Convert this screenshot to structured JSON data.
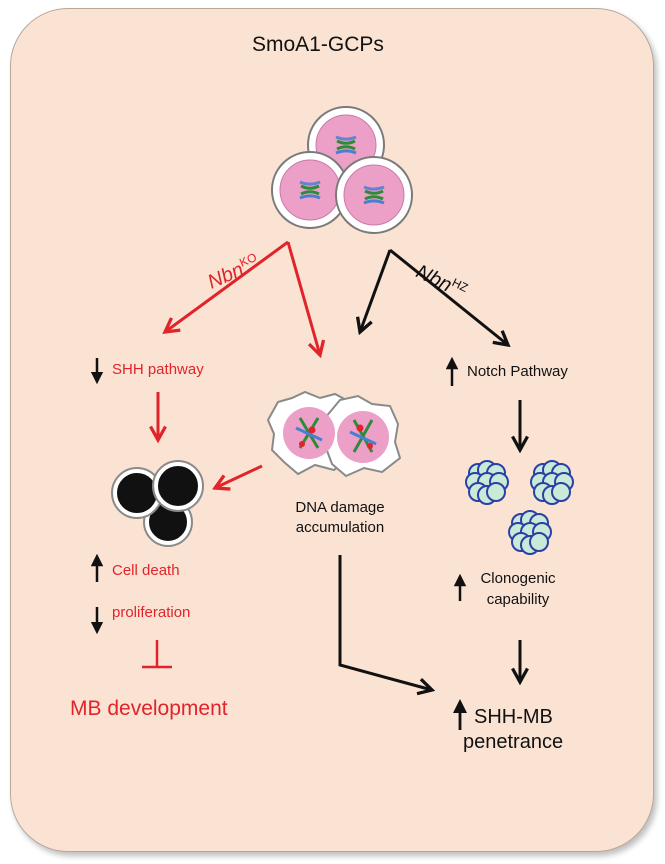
{
  "title": "SmoA1-GCPs",
  "branches": {
    "ko": {
      "gene": "Nbn",
      "suffix": "KO"
    },
    "hz": {
      "gene": "Nbn",
      "suffix": "HZ"
    }
  },
  "labels": {
    "shh_pathway": "SHH pathway",
    "notch_pathway": "Notch Pathway",
    "dna_damage_line1": "DNA damage",
    "dna_damage_line2": "accumulation",
    "cell_death": "Cell death",
    "proliferation": "proliferation",
    "mb_development": "MB development",
    "clonogenic_line1": "Clonogenic",
    "clonogenic_line2": "capability",
    "shh_mb_line1": "SHH-MB",
    "shh_mb_line2": "penetrance"
  },
  "colors": {
    "background": "#fbe3d4",
    "red": "#e0242a",
    "black": "#111111",
    "cell_nucleus": "#e8a0c8",
    "chromosome_green": "#2e8b3a",
    "chromosome_blue": "#4a7fd0",
    "clone_fill": "#c8ead6",
    "clone_stroke": "#2b3fa8"
  }
}
